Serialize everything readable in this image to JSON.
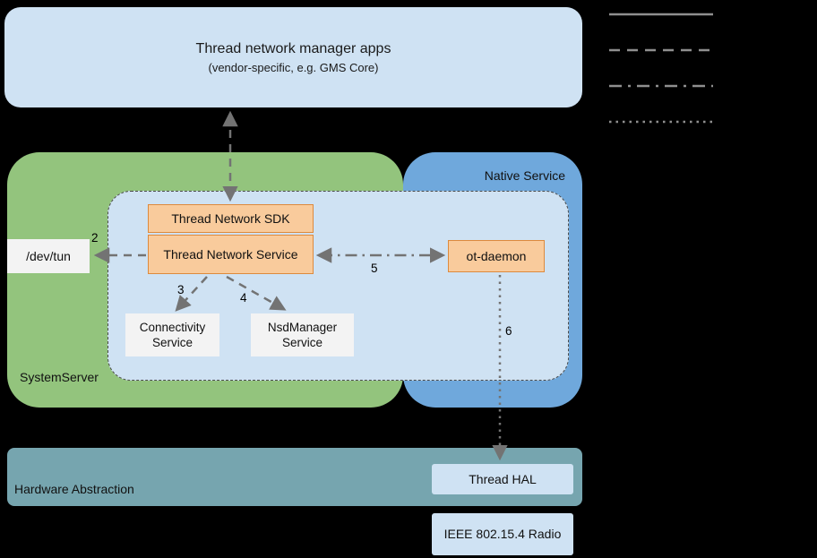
{
  "diagram": {
    "apps_box": {
      "title": "Thread network manager apps",
      "subtitle": "(vendor-specific, e.g. GMS Core)"
    },
    "groups": {
      "system_server": "SystemServer",
      "native_service": "Native Service",
      "hardware_abstraction": "Hardware Abstraction"
    },
    "nodes": {
      "thread_network_sdk": "Thread Network SDK",
      "thread_network_service": "Thread Network Service",
      "dev_tun": "/dev/tun",
      "connectivity_service": "Connectivity Service",
      "nsd_manager_service": "NsdManager Service",
      "ot_daemon": "ot-daemon",
      "thread_hal": "Thread HAL",
      "ieee_radio": "IEEE 802.15.4 Radio"
    },
    "edge_labels": {
      "e2": "2",
      "e3": "3",
      "e4": "4",
      "e5": "5",
      "e6": "6"
    },
    "legend": {
      "line_styles": [
        "solid",
        "dashed",
        "dash-dot",
        "dotted"
      ]
    },
    "colors": {
      "light_blue": "#cfe2f3",
      "green": "#93c47d",
      "blue": "#6fa8dc",
      "orange_fill": "#f9cb9c",
      "orange_border": "#dd8a3d",
      "gray_fill": "#f3f3f3",
      "teal": "#76a5af",
      "arrow_gray": "#737373",
      "legend_gray": "#8f8f8f",
      "background": "#000000"
    }
  }
}
